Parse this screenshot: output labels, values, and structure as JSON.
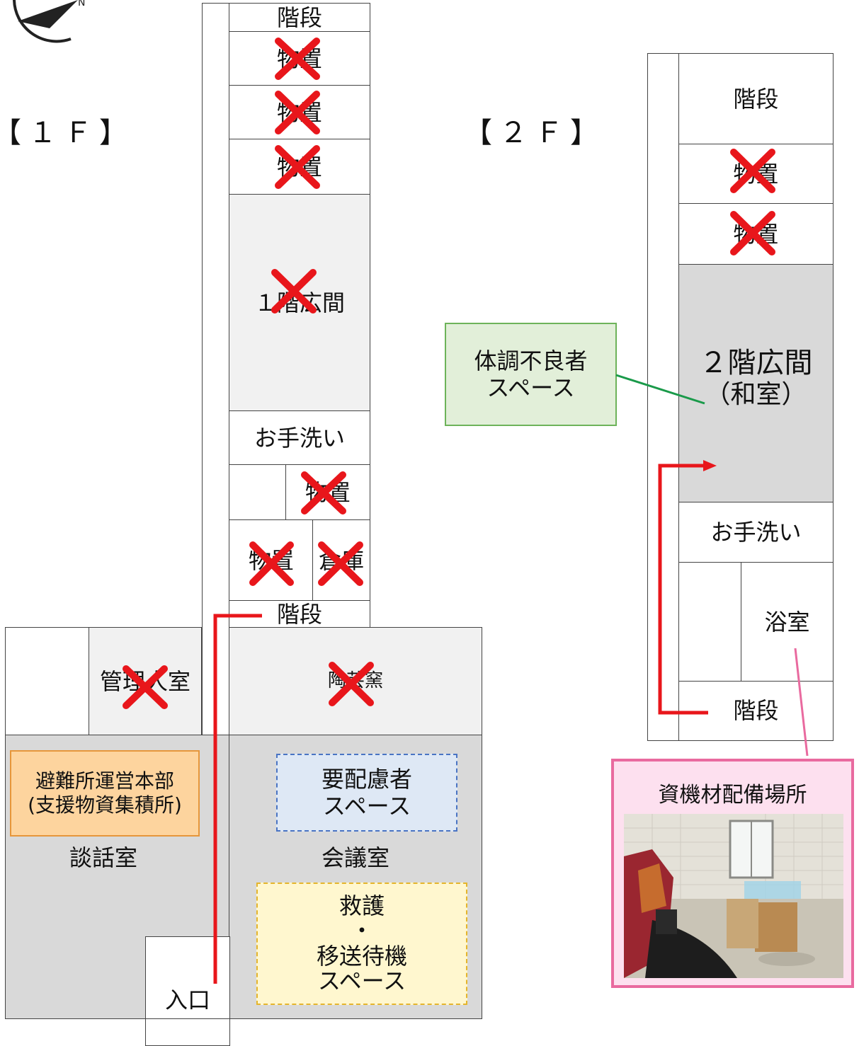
{
  "floors": {
    "first": "【１Ｆ】",
    "second": "【２Ｆ】"
  },
  "first_floor": {
    "stairs_top": "階段",
    "storage_1": "物置",
    "storage_2": "物置",
    "storage_3": "物置",
    "hall": "１階広間",
    "washroom": "お手洗い",
    "storage_4": "物置",
    "storage_5": "物置",
    "garage": "倉庫",
    "stairs_mid": "階段",
    "manager_room": "管理人室",
    "kiln": "陶芸窯",
    "lounge": "談話室",
    "meeting_room": "会議室",
    "entrance": "入口",
    "hq_box": [
      "避難所運営本部",
      "(支援物資集積所)"
    ],
    "care_box": [
      "要配慮者",
      "スペース"
    ],
    "rescue_box": [
      "救護",
      "・",
      "移送待機",
      "スペース"
    ]
  },
  "second_floor": {
    "stairs_top": "階段",
    "storage_1": "物置",
    "storage_2": "物置",
    "hall": [
      "２階広間",
      "（和室）"
    ],
    "washroom": "お手洗い",
    "bathroom": "浴室",
    "stairs_bottom": "階段",
    "sick_box": [
      "体調不良者",
      "スペース"
    ],
    "equipment_box": "資機材配備場所"
  },
  "colors": {
    "cross": "#e8161b",
    "route": "#e8161b",
    "sick_border": "#6db35a",
    "sick_fill": "#e2efd9",
    "hq_fill": "#fdd49e",
    "hq_border": "#e6963a",
    "care_fill": "#dee8f5",
    "care_border": "#4a74c4",
    "rescue_fill": "#fff7cf",
    "rescue_border": "#e5b52c",
    "equipment_border": "#e96a9f",
    "equipment_fill": "#fde0ef",
    "room_gray": "#d9d9d9",
    "room_light": "#f1f1f1"
  },
  "icons": [
    "compass-icon",
    "cross-mark-icon",
    "route-arrow-icon",
    "storeroom-photo"
  ]
}
